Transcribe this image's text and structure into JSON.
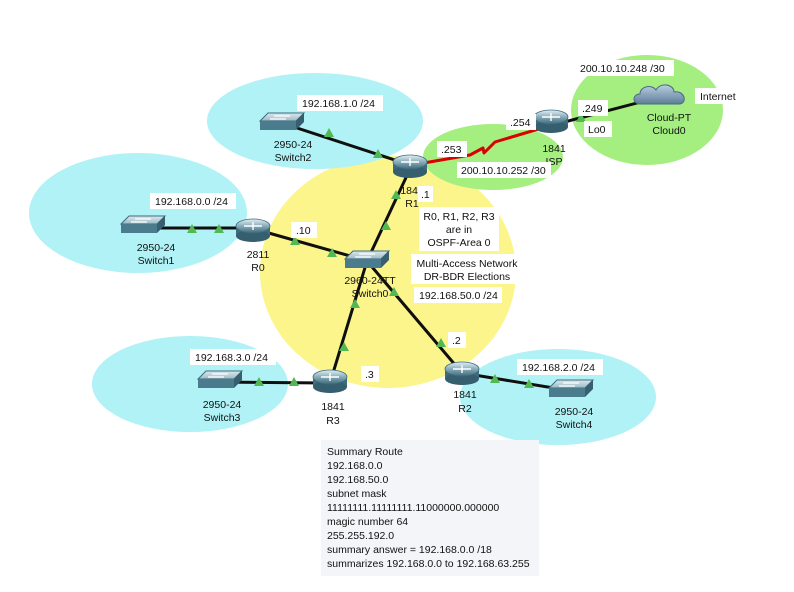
{
  "colors": {
    "lan_zone": "#b0f2f6",
    "ospf_zone": "#fbf58c",
    "wan_zone": "#a5ee80",
    "link": "#0f0f0f",
    "serial_link": "#d90000",
    "port_up": "#52b952",
    "device_body": "#4a7c8e",
    "note_bg": "#f3f5f8"
  },
  "subnets": {
    "lan_sw2": "192.168.1.0 /24",
    "lan_sw1": "192.168.0.0 /24",
    "lan_sw3": "192.168.3.0 /24",
    "lan_sw4": "192.168.2.0 /24",
    "multi_access": "192.168.50.0 /24",
    "serial": "200.10.10.252 /30",
    "isp_cloud": "200.10.10.248 /30"
  },
  "interfaces": {
    "r0": ".10",
    "r1": ".1",
    "r1_serial": ".253",
    "isp_serial": ".254",
    "isp_cloud": ".249",
    "r2": ".2",
    "r3": ".3"
  },
  "devices": {
    "switch2": {
      "model": "2950-24",
      "name": "Switch2"
    },
    "switch1": {
      "model": "2950-24",
      "name": "Switch1"
    },
    "switch3": {
      "model": "2950-24",
      "name": "Switch3"
    },
    "switch4": {
      "model": "2950-24",
      "name": "Switch4"
    },
    "switch0": {
      "model": "2960-24TT",
      "name": "Switch0"
    },
    "r0": {
      "model": "2811",
      "name": "R0"
    },
    "r1": {
      "model": "1841",
      "name": "R1"
    },
    "r2": {
      "model": "1841",
      "name": "R2"
    },
    "r3": {
      "model": "1841",
      "name": "R3"
    },
    "isp": {
      "model": "1841",
      "name": "ISP"
    },
    "cloud": {
      "model": "Cloud-PT",
      "name": "Cloud0"
    }
  },
  "labels": {
    "internet": "Internet",
    "lo0": "Lo0",
    "ospf_note": [
      "R0, R1, R2, R3",
      "are in",
      "OSPF-Area 0"
    ],
    "multi_access_note": [
      "Multi-Access Network",
      "DR-BDR Elections"
    ]
  },
  "summary_note": [
    "Summary Route",
    "192.168.0.0",
    "192.168.50.0",
    "subnet mask",
    "11111111.11111111.11000000.000000",
    "magic number 64",
    "255.255.192.0",
    "summary answer = 192.168.0.0 /18",
    "summarizes 192.168.0.0 to 192.168.63.255"
  ]
}
